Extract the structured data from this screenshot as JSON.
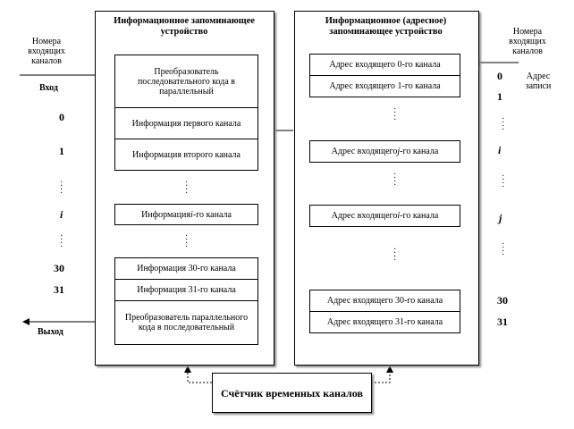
{
  "left_block": {
    "title": "Информационное запоминающее устройство",
    "cells": {
      "converter_in": "Преобразователь последовательного кода в параллельный",
      "ch_first": "Информация первого канала",
      "ch_second": "Информация второго канала",
      "ch_i_prefix": "Информация ",
      "ch_i_var": "i",
      "ch_i_suffix": "-го канала",
      "ch_30": "Информация 30-го канала",
      "ch_31": "Информация 31-го канала",
      "converter_out": "Преобразователь параллельного кода в последовательный"
    }
  },
  "right_block": {
    "title": "Информационное (адресное) запоминающее устройство",
    "cells": {
      "addr_0": "Адрес входящего 0-го канала",
      "addr_1": "Адрес входящего 1-го канала",
      "addr_prefix": "Адрес входящего ",
      "addr_j_var": "j",
      "addr_i_var": "i",
      "addr_suffix": "-го канала",
      "addr_30": "Адрес входящего 30-го канала",
      "addr_31": "Адрес входящего 31-го канала"
    }
  },
  "left_labels": {
    "incoming_numbers": "Номера входящих каналов",
    "input": "Вход",
    "output": "Выход",
    "n0": "0",
    "n1": "1",
    "ni": "i",
    "n30": "30",
    "n31": "31"
  },
  "right_labels": {
    "incoming_numbers": "Номера входящих каналов",
    "write_address": "Адрес записи",
    "n0": "0",
    "n1": "1",
    "ni": "i",
    "nj": "j",
    "n30": "30",
    "n31": "31"
  },
  "counter": {
    "label": "Счётчик временных каналов"
  }
}
